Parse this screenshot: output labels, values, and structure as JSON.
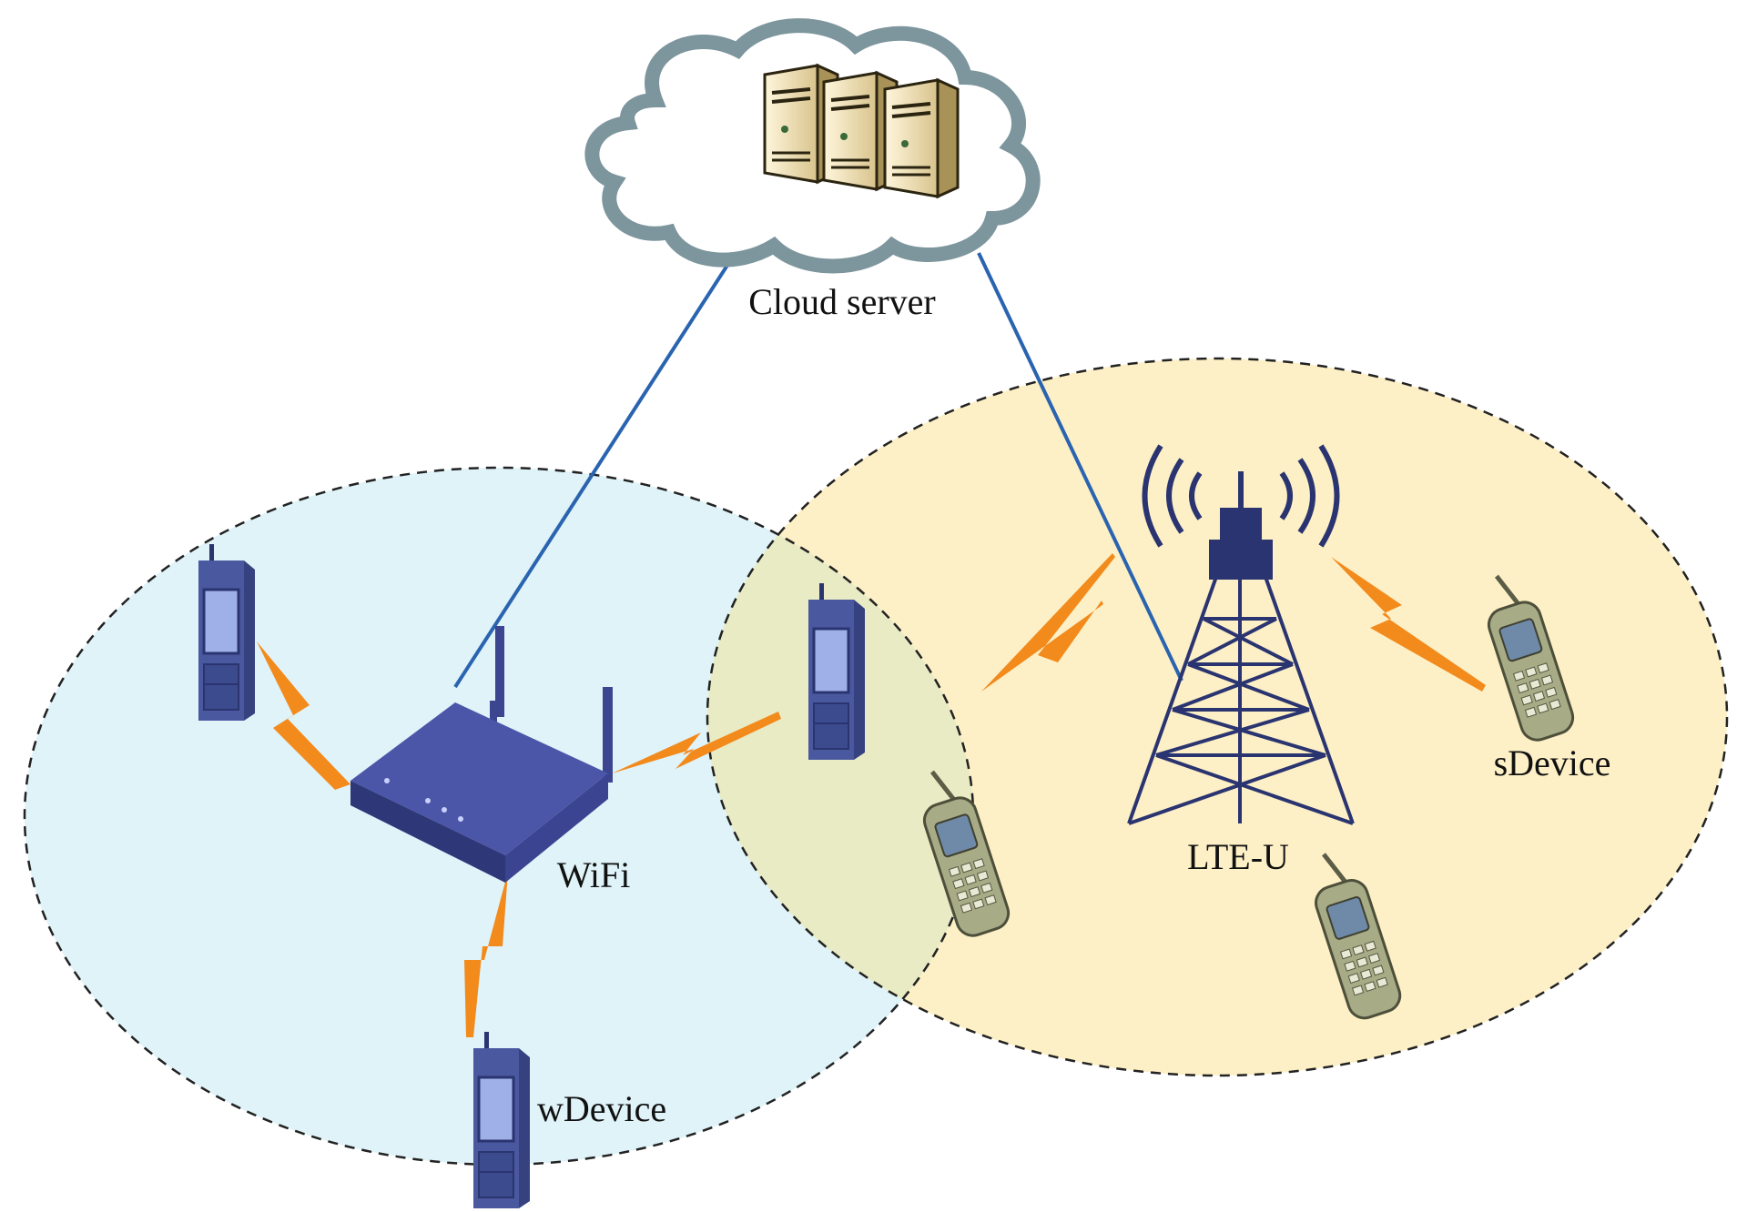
{
  "labels": {
    "cloud": "Cloud server",
    "wifi": "WiFi",
    "lte": "LTE-U",
    "wdevice": "wDevice",
    "sdevice": "sDevice"
  },
  "colors": {
    "wifi_zone": "#dff3f8",
    "lte_zone": "#fdf0c6",
    "overlap": "#e9ebc4",
    "backhaul_line": "#2a64b0",
    "wireless_link": "#f28a1c",
    "router": "#454f9e",
    "walkie_body": "#3c4a8e",
    "phone_body": "#a7ab86",
    "tower": "#2a3470",
    "cloud_outline": "#7d959d",
    "server": "#efe0b8"
  },
  "icons": [
    "cloud-icon",
    "server-icon",
    "router-icon",
    "tower-icon",
    "walkie-talkie-icon",
    "mobile-phone-icon",
    "lightning-link-icon"
  ]
}
